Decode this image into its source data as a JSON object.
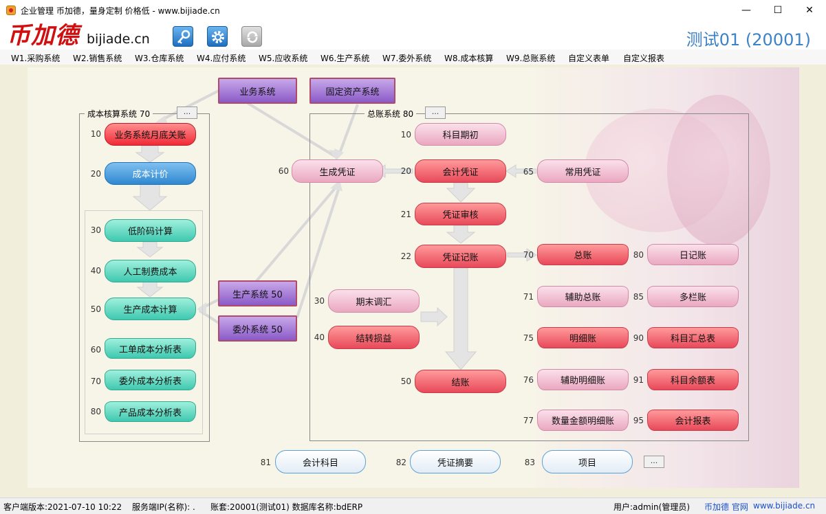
{
  "window": {
    "title": "企业管理 币加德，量身定制 价格低 - www.bijiade.cn",
    "minimize": "—",
    "maximize": "☐",
    "close": "✕"
  },
  "header": {
    "logo_text": "币加德",
    "site": "bijiade.cn",
    "company": "测试01 (20001)",
    "tools": [
      "key-icon",
      "gear-icon",
      "refresh-icon"
    ]
  },
  "menu": [
    "W1.采购系统",
    "W2.销售系统",
    "W3.仓库系统",
    "W4.应付系统",
    "W5.应收系统",
    "W6.生产系统",
    "W7.委外系统",
    "W8.成本核算",
    "W9.总账系统",
    "自定义表单",
    "自定义报表"
  ],
  "cost_group": {
    "title": "成本核算系统 70",
    "more": "...",
    "items": [
      {
        "num": "10",
        "label": "业务系统月底关账"
      },
      {
        "num": "20",
        "label": "成本计价"
      },
      {
        "num": "30",
        "label": "低阶码计算"
      },
      {
        "num": "40",
        "label": "人工制费成本"
      },
      {
        "num": "50",
        "label": "生产成本计算"
      },
      {
        "num": "60",
        "label": "工单成本分析表"
      },
      {
        "num": "70",
        "label": "委外成本分析表"
      },
      {
        "num": "80",
        "label": "产品成本分析表"
      }
    ]
  },
  "sources": {
    "business": "业务系统",
    "fixed_assets": "固定资产系统",
    "production": "生产系统 50",
    "outsourcing": "委外系统 50"
  },
  "gl_group": {
    "title": "总账系统 80",
    "more": "...",
    "generate": {
      "num": "60",
      "label": "生成凭证"
    },
    "items": [
      {
        "num": "10",
        "label": "科目期初"
      },
      {
        "num": "20",
        "label": "会计凭证"
      },
      {
        "num": "65",
        "label": "常用凭证"
      },
      {
        "num": "21",
        "label": "凭证审核"
      },
      {
        "num": "22",
        "label": "凭证记账"
      },
      {
        "num": "30",
        "label": "期末调汇"
      },
      {
        "num": "40",
        "label": "结转损益"
      },
      {
        "num": "50",
        "label": "结账"
      }
    ],
    "reports_left": [
      {
        "num": "70",
        "label": "总账"
      },
      {
        "num": "71",
        "label": "辅助总账"
      },
      {
        "num": "75",
        "label": "明细账"
      },
      {
        "num": "76",
        "label": "辅助明细账"
      },
      {
        "num": "77",
        "label": "数量金额明细账"
      }
    ],
    "reports_right": [
      {
        "num": "80",
        "label": "日记账"
      },
      {
        "num": "85",
        "label": "多栏账"
      },
      {
        "num": "90",
        "label": "科目汇总表"
      },
      {
        "num": "91",
        "label": "科目余额表"
      },
      {
        "num": "95",
        "label": "会计报表"
      }
    ]
  },
  "bottom": [
    {
      "num": "81",
      "label": "会计科目"
    },
    {
      "num": "82",
      "label": "凭证摘要"
    },
    {
      "num": "83",
      "label": "项目"
    }
  ],
  "bottom_more": "...",
  "status": {
    "version": "客户端版本:2021-07-10 10:22",
    "server": "服务端IP(名称): .",
    "account": "账套:20001(测试01) 数据库名称:bdERP",
    "user": "用户:admin(管理员)",
    "official": "币加德 官网",
    "url": "www.bijiade.cn"
  }
}
